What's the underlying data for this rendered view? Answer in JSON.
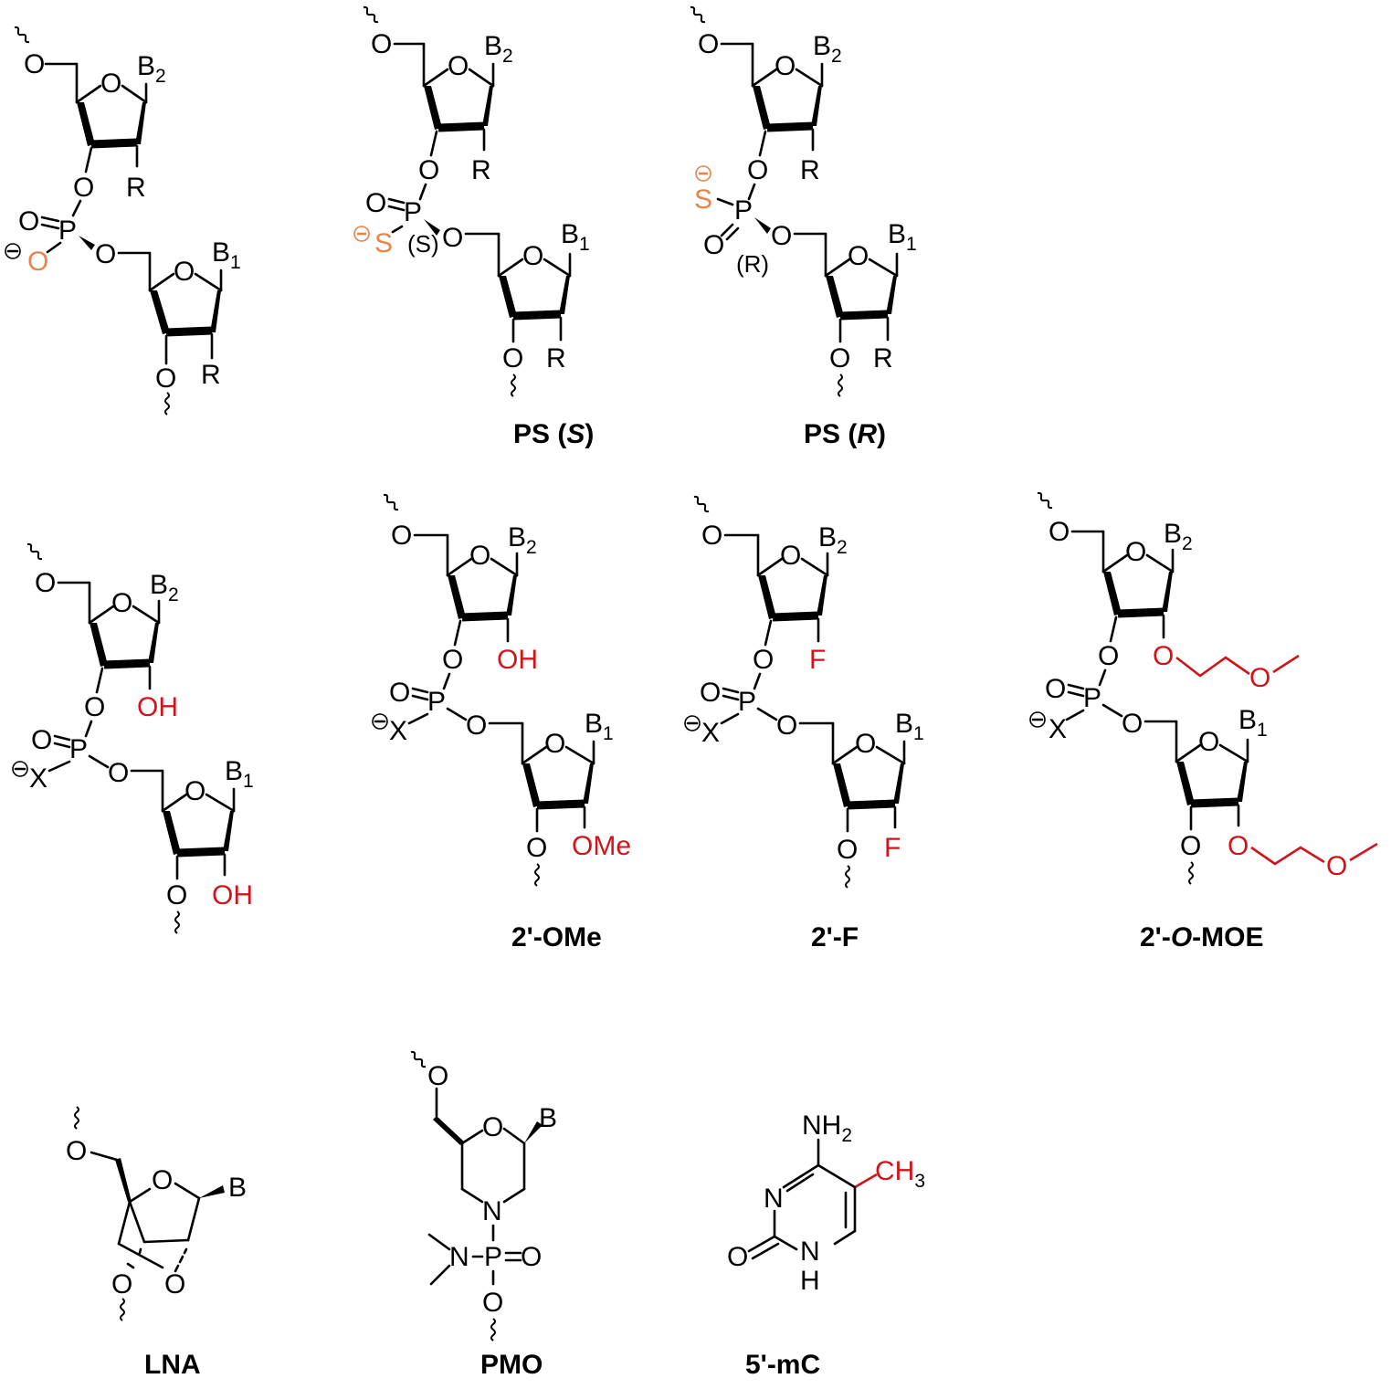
{
  "figure": {
    "title": "Chemical modifications of oligonucleotides",
    "colors": {
      "bond": "#000000",
      "modification_red": "#d0141c",
      "phosphorothioate_orange": "#e8844a",
      "background": "#ffffff"
    },
    "structures": [
      {
        "id": "phosphodiester",
        "caption": "",
        "atoms": {
          "top_O": "O",
          "ring_O_top": "O",
          "B_top": "B",
          "B_top_sub": "2",
          "O3": "O",
          "R_top": "R",
          "P": "P",
          "P_dbl_O": "O",
          "P_neg_O": "O",
          "O5": "O",
          "ring_O_bot": "O",
          "B_bot": "B",
          "B_bot_sub": "1",
          "O3_bot": "O",
          "R_bot": "R"
        },
        "highlight": "P_neg_O (orange)"
      },
      {
        "id": "ps-s",
        "caption": "PS (",
        "caption_italic": "S",
        "caption_end": ")",
        "atoms": {
          "top_O": "O",
          "ring_O_top": "O",
          "B_top": "B",
          "B_top_sub": "2",
          "O3": "O",
          "R_top": "R",
          "P": "P",
          "P_dbl_O": "O",
          "S": "S",
          "stereo": "(S)",
          "O5": "O",
          "ring_O_bot": "O",
          "B_bot": "B",
          "B_bot_sub": "1",
          "O3_bot": "O",
          "R_bot": "R"
        }
      },
      {
        "id": "ps-r",
        "caption": "PS (",
        "caption_italic": "R",
        "caption_end": ")",
        "atoms": {
          "top_O": "O",
          "ring_O_top": "O",
          "B_top": "B",
          "B_top_sub": "2",
          "O3": "O",
          "R_top": "R",
          "P": "P",
          "P_dbl_O": "O",
          "S": "S",
          "stereo": "(R)",
          "O5": "O",
          "ring_O_bot": "O",
          "B_bot": "B",
          "B_bot_sub": "1",
          "O3_bot": "O",
          "R_bot": "R"
        }
      },
      {
        "id": "rna",
        "caption": "",
        "atoms": {
          "top_O": "O",
          "ring_O_top": "O",
          "B_top": "B",
          "B_top_sub": "2",
          "O3": "O",
          "R_top": "OH",
          "P": "P",
          "P_dbl_O": "O",
          "X": "X",
          "O5": "O",
          "ring_O_bot": "O",
          "B_bot": "B",
          "B_bot_sub": "1",
          "O3_bot": "O",
          "R_bot": "OH"
        }
      },
      {
        "id": "2-ome",
        "caption": "2'-OMe",
        "atoms": {
          "top_O": "O",
          "ring_O_top": "O",
          "B_top": "B",
          "B_top_sub": "2",
          "O3": "O",
          "R_top": "OH",
          "P": "P",
          "P_dbl_O": "O",
          "X": "X",
          "O5": "O",
          "ring_O_bot": "O",
          "B_bot": "B",
          "B_bot_sub": "1",
          "O3_bot": "O",
          "R_bot": "OMe"
        }
      },
      {
        "id": "2-f",
        "caption": "2'-F",
        "atoms": {
          "top_O": "O",
          "ring_O_top": "O",
          "B_top": "B",
          "B_top_sub": "2",
          "O3": "O",
          "R_top": "F",
          "P": "P",
          "P_dbl_O": "O",
          "X": "X",
          "O5": "O",
          "ring_O_bot": "O",
          "B_bot": "B",
          "B_bot_sub": "1",
          "O3_bot": "O",
          "R_bot": "F"
        }
      },
      {
        "id": "2-o-moe",
        "caption": "2'-",
        "caption_italic": "O",
        "caption_end": "-MOE",
        "atoms": {
          "top_O": "O",
          "ring_O_top": "O",
          "B_top": "B",
          "B_top_sub": "2",
          "O3": "O",
          "R_top": "O",
          "R_top_ether": "O",
          "P": "P",
          "P_dbl_O": "O",
          "X": "X",
          "O5": "O",
          "ring_O_bot": "O",
          "B_bot": "B",
          "B_bot_sub": "1",
          "O3_bot": "O",
          "R_bot": "O",
          "R_bot_ether": "O"
        }
      },
      {
        "id": "lna",
        "caption": "LNA",
        "atoms": {
          "O5": "O",
          "ring_O": "O",
          "B": "B",
          "O3": "O",
          "bridge_O": "O"
        }
      },
      {
        "id": "pmo",
        "caption": "PMO",
        "atoms": {
          "O5": "O",
          "ring_O": "O",
          "B": "B",
          "N_ring": "N",
          "N_amine": "N",
          "P": "P",
          "P_dbl_O": "O",
          "O3": "O"
        }
      },
      {
        "id": "5-mc",
        "caption": "5'-mC",
        "atoms": {
          "NH2": "NH",
          "NH2_sub": "2",
          "CH3": "CH",
          "CH3_sub": "3",
          "N3": "N",
          "C2_O": "O",
          "N1": "N",
          "N1_H": "H"
        }
      }
    ]
  }
}
